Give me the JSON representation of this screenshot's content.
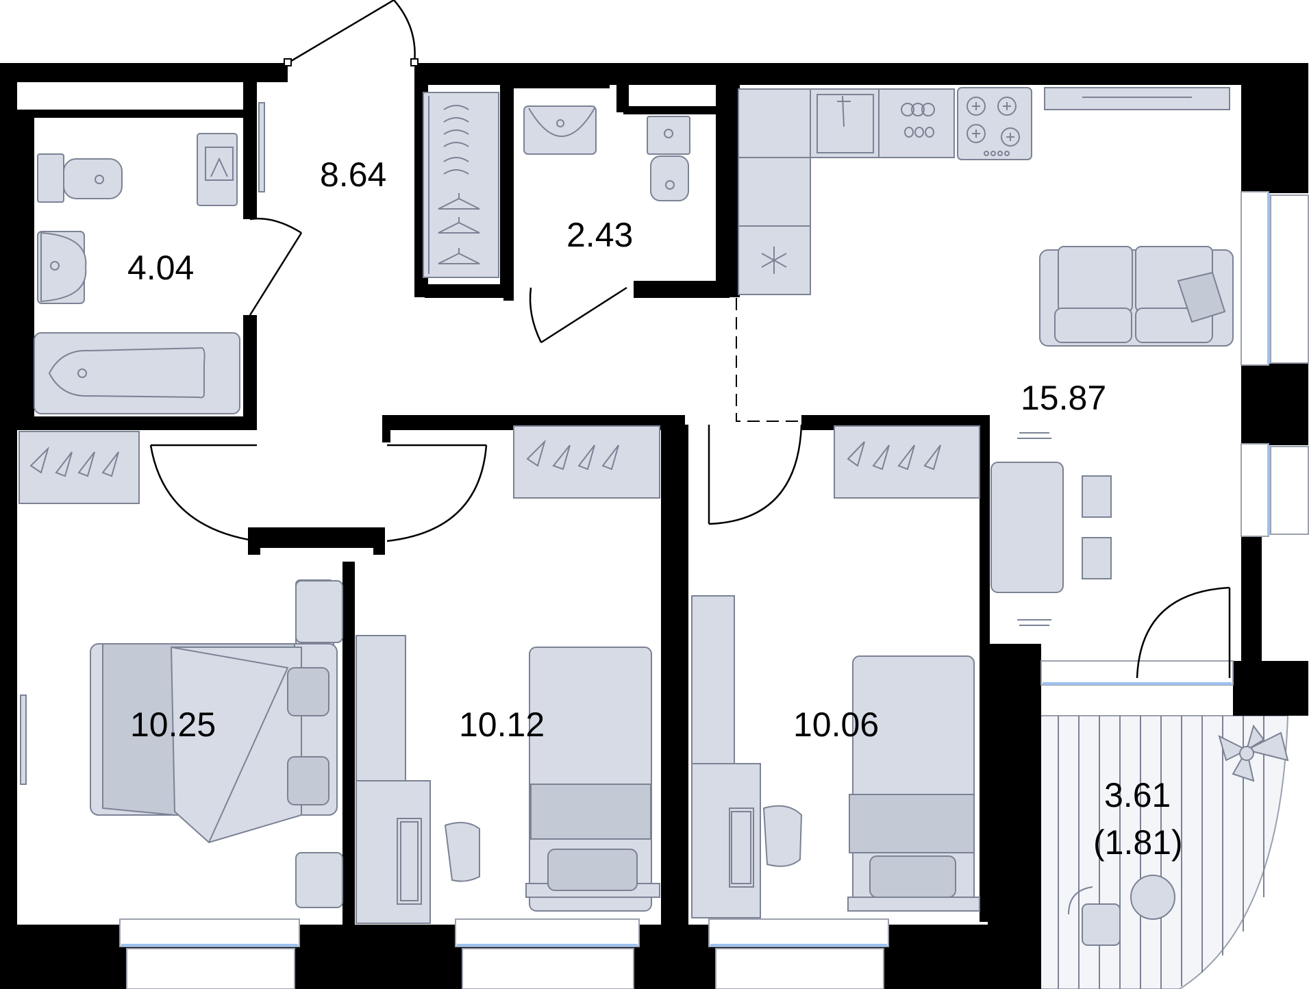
{
  "rooms": [
    {
      "id": "bathroom",
      "area": "4.04"
    },
    {
      "id": "hallway",
      "area": "8.64"
    },
    {
      "id": "toilet",
      "area": "2.43"
    },
    {
      "id": "kitchen-living",
      "area": "15.87"
    },
    {
      "id": "bedroom-1",
      "area": "10.25"
    },
    {
      "id": "bedroom-2",
      "area": "10.12"
    },
    {
      "id": "bedroom-3",
      "area": "10.06"
    },
    {
      "id": "balcony",
      "area": "3.61",
      "reduced_area": "(1.81)"
    }
  ],
  "colors": {
    "wall": "#000000",
    "furniture": "#d6dbe5",
    "furniture_outline": "#7b8294",
    "window_glass": "#9ec2f0",
    "background": "#ffffff"
  }
}
